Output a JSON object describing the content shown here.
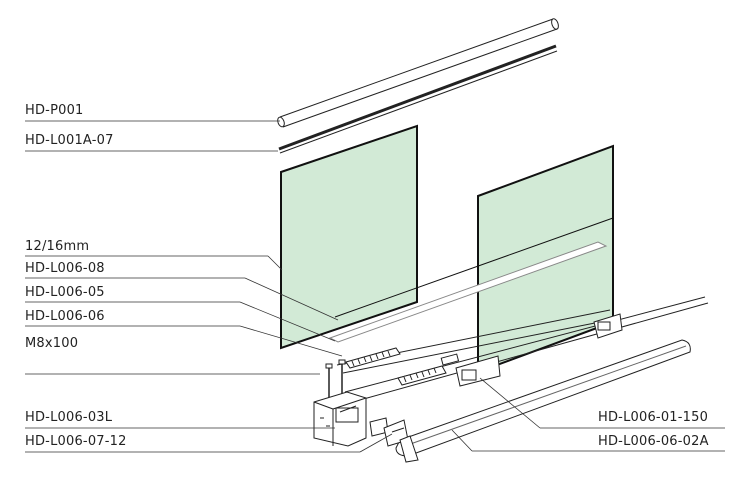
{
  "labels": {
    "p001": "HD-P001",
    "l001a07": "HD-L001A-07",
    "glass": "12/16mm",
    "l00608": "HD-L006-08",
    "l00605": "HD-L006-05",
    "l00606": "HD-L006-06",
    "bolt": "M8x100",
    "l00603l": "HD-L006-03L",
    "l0060712": "HD-L006-07-12",
    "l00601150": "HD-L006-01-150",
    "l0060602a": "HD-L006-06-02A"
  },
  "colors": {
    "glass_fill": "#d2ead6",
    "line": "#222222"
  }
}
